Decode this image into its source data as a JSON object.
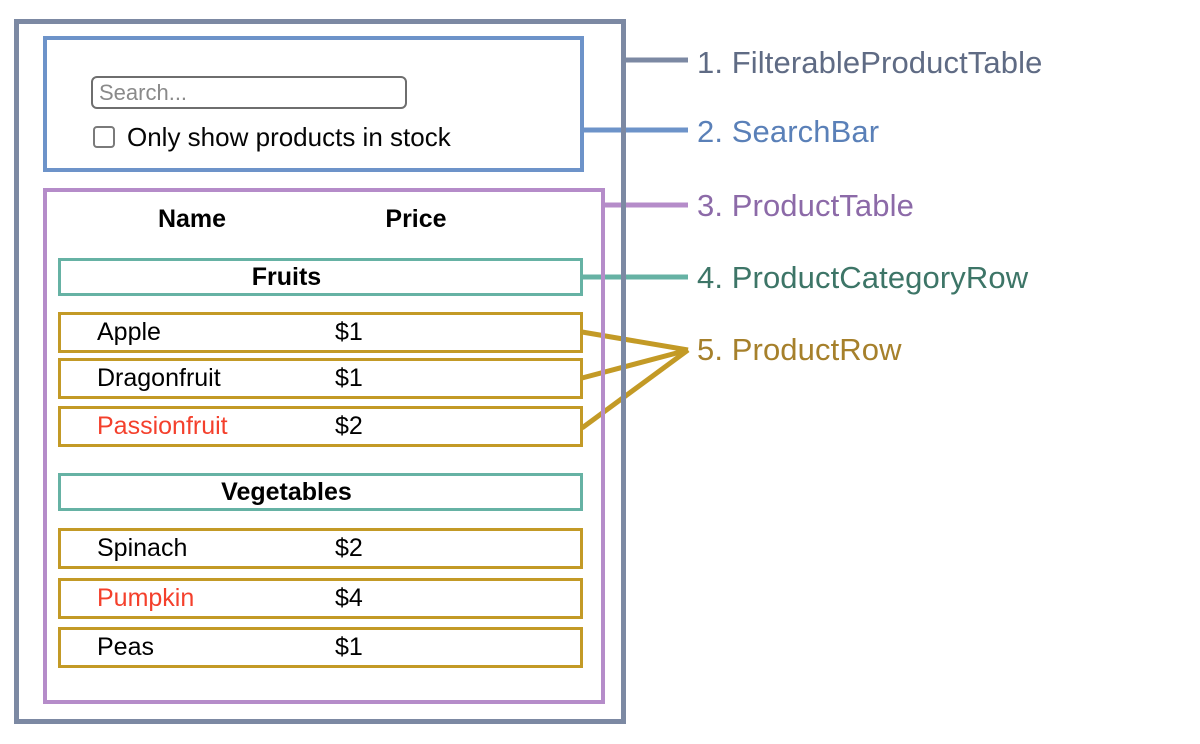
{
  "diagram": {
    "title_hidden": true,
    "colors": {
      "filterable_product_table": "#7c89a3",
      "search_bar": "#6d93c9",
      "product_table": "#b58cc9",
      "product_category_row": "#66b2a4",
      "product_row": "#c39a26",
      "out_of_stock_text": "#f4402c",
      "text": "#000000",
      "placeholder": "#8a8a8a"
    }
  },
  "search_bar": {
    "input_placeholder": "Search...",
    "input_value": "",
    "checkbox_label": "Only show products in stock",
    "checkbox_checked": false
  },
  "product_table": {
    "headers": {
      "name": "Name",
      "price": "Price"
    },
    "groups": [
      {
        "category": "Fruits",
        "products": [
          {
            "name": "Apple",
            "price": "$1",
            "in_stock": true
          },
          {
            "name": "Dragonfruit",
            "price": "$1",
            "in_stock": true
          },
          {
            "name": "Passionfruit",
            "price": "$2",
            "in_stock": false
          }
        ]
      },
      {
        "category": "Vegetables",
        "products": [
          {
            "name": "Spinach",
            "price": "$2",
            "in_stock": true
          },
          {
            "name": "Pumpkin",
            "price": "$4",
            "in_stock": false
          },
          {
            "name": "Peas",
            "price": "$1",
            "in_stock": true
          }
        ]
      }
    ]
  },
  "legend": {
    "items": [
      {
        "number": "1.",
        "name": "FilterableProductTable",
        "label": "1. FilterableProductTable",
        "color": "#5f6b84"
      },
      {
        "number": "2.",
        "name": "SearchBar",
        "label": "2. SearchBar",
        "color": "#5a80b8"
      },
      {
        "number": "3.",
        "name": "ProductTable",
        "label": "3. ProductTable",
        "color": "#8c6aa8"
      },
      {
        "number": "4.",
        "name": "ProductCategoryRow",
        "label": "4. ProductCategoryRow",
        "color": "#3d7567"
      },
      {
        "number": "5.",
        "name": "ProductRow",
        "label": "5. ProductRow",
        "color": "#a6802b"
      }
    ]
  }
}
